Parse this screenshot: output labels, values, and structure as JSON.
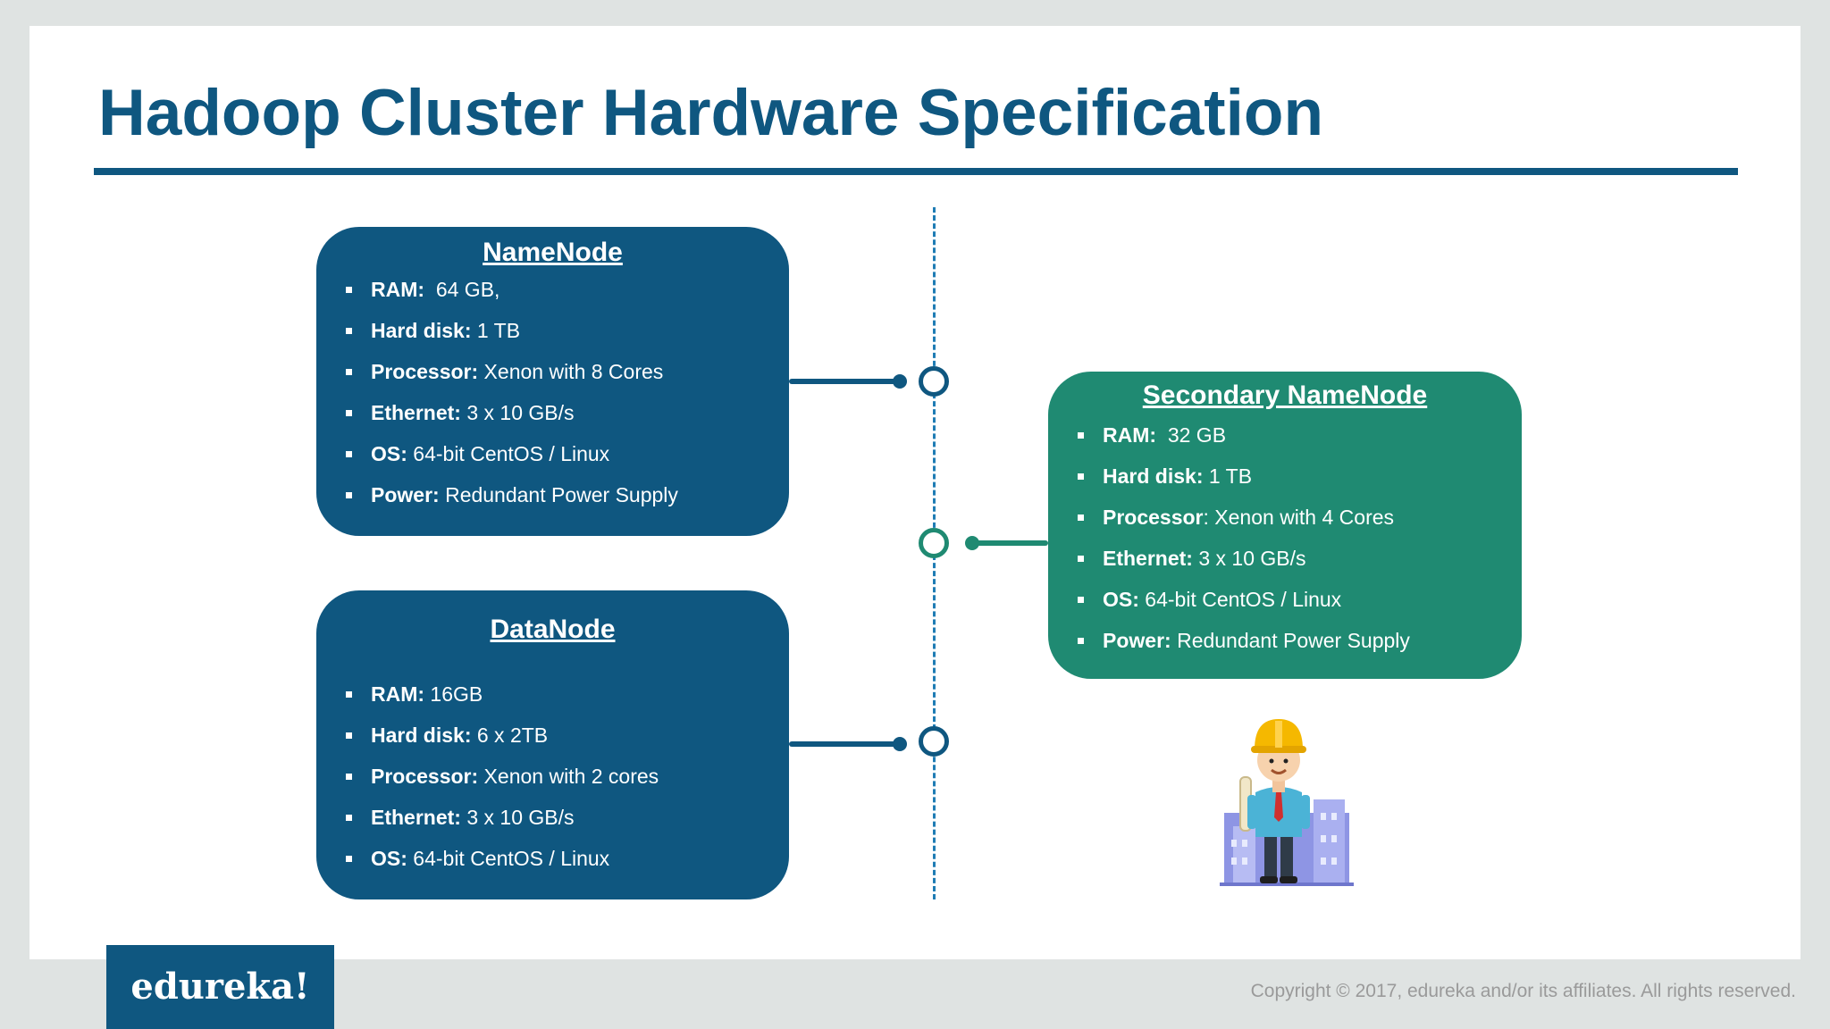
{
  "page": {
    "title": "Hadoop Cluster Hardware Specification"
  },
  "colors": {
    "primary": "#0f5780",
    "secondary": "#1f8a72",
    "timeline": "#1f7cb4",
    "copyright": "#9a9a9a"
  },
  "namenode": {
    "title": "NameNode",
    "specs": [
      {
        "label": "RAM:",
        "value": "  64 GB,"
      },
      {
        "label": "Hard disk:",
        "value": " 1 TB"
      },
      {
        "label": "Processor:",
        "value": " Xenon with 8 Cores"
      },
      {
        "label": "Ethernet:",
        "value": " 3 x 10 GB/s"
      },
      {
        "label": "OS:",
        "value": " 64-bit CentOS / Linux"
      },
      {
        "label": "Power:",
        "value": " Redundant Power Supply"
      }
    ]
  },
  "datanode": {
    "title": "DataNode",
    "specs": [
      {
        "label": "RAM:",
        "value": " 16GB"
      },
      {
        "label": "Hard disk:",
        "value": " 6 x 2TB"
      },
      {
        "label": "Processor:",
        "value": " Xenon with 2 cores"
      },
      {
        "label": "Ethernet:",
        "value": " 3 x 10 GB/s"
      },
      {
        "label": "OS:",
        "value": " 64-bit CentOS / Linux"
      }
    ]
  },
  "secondary": {
    "title": "Secondary NameNode",
    "specs": [
      {
        "label": "RAM:",
        "value": "  32 GB"
      },
      {
        "label": "Hard disk:",
        "value": " 1 TB"
      },
      {
        "label": "Processor",
        "value": ": Xenon with 4 Cores"
      },
      {
        "label": "Ethernet:",
        "value": " 3 x 10 GB/s"
      },
      {
        "label": "OS:",
        "value": " 64-bit CentOS / Linux"
      },
      {
        "label": "Power:",
        "value": " Redundant Power Supply"
      }
    ]
  },
  "footer": {
    "logo": "edureka!",
    "copyright": "Copyright © 2017, edureka and/or its affiliates. All rights reserved."
  },
  "illustration": {
    "icon": "engineer-icon"
  }
}
